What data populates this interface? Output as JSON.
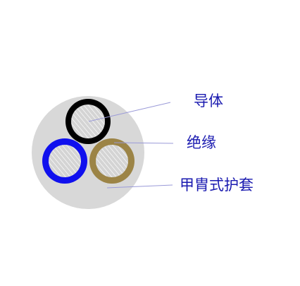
{
  "colors": {
    "sheath": "#d8d8d8",
    "conductor_fill": "#d4d4d4",
    "conductor_hatch": "#ffffff",
    "core_black": "#000000",
    "core_blue": "#1010ee",
    "core_brown": "#9c8446",
    "leader_line": "#9a9ad8",
    "label_text": "#1a1ab0"
  },
  "labels": {
    "conductor": "导体",
    "insulation": "绝缘",
    "sheath": "甲胄式护套"
  }
}
